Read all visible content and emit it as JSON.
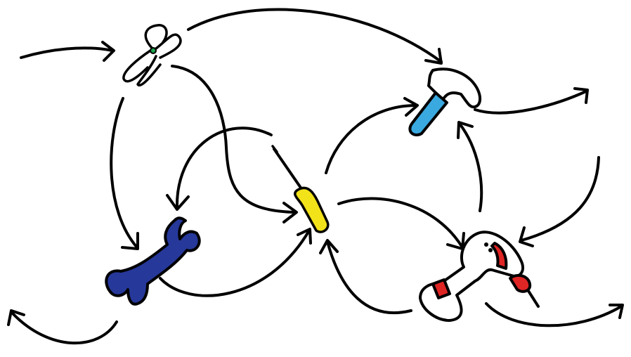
{
  "diagram": {
    "kind": "tool-flow-doodle",
    "nodes": [
      {
        "id": "pliers",
        "icon": "pliers-icon",
        "accent": "#1aa34a"
      },
      {
        "id": "hammer",
        "icon": "hammer-icon",
        "accent": "#3aa9e0"
      },
      {
        "id": "screwdriver",
        "icon": "screwdriver-icon",
        "accent": "#f2e21a"
      },
      {
        "id": "wrench",
        "icon": "wrench-icon",
        "accent": "#26389a"
      },
      {
        "id": "drill",
        "icon": "drill-icon",
        "accent": "#e02525"
      }
    ],
    "edges": [
      {
        "from": "entry-left",
        "to": "pliers"
      },
      {
        "from": "pliers",
        "to": "hammer"
      },
      {
        "from": "pliers",
        "to": "wrench"
      },
      {
        "from": "pliers",
        "to": "screwdriver"
      },
      {
        "from": "screwdriver",
        "to": "wrench"
      },
      {
        "from": "screwdriver",
        "to": "hammer"
      },
      {
        "from": "screwdriver",
        "to": "drill"
      },
      {
        "from": "wrench",
        "to": "screwdriver"
      },
      {
        "from": "wrench",
        "to": "exit-bottom-left"
      },
      {
        "from": "drill",
        "to": "hammer"
      },
      {
        "from": "drill",
        "to": "screwdriver"
      },
      {
        "from": "drill",
        "to": "exit-bottom-right"
      },
      {
        "from": "hammer",
        "to": "exit-right"
      },
      {
        "from": "entry-right",
        "to": "drill"
      }
    ]
  }
}
